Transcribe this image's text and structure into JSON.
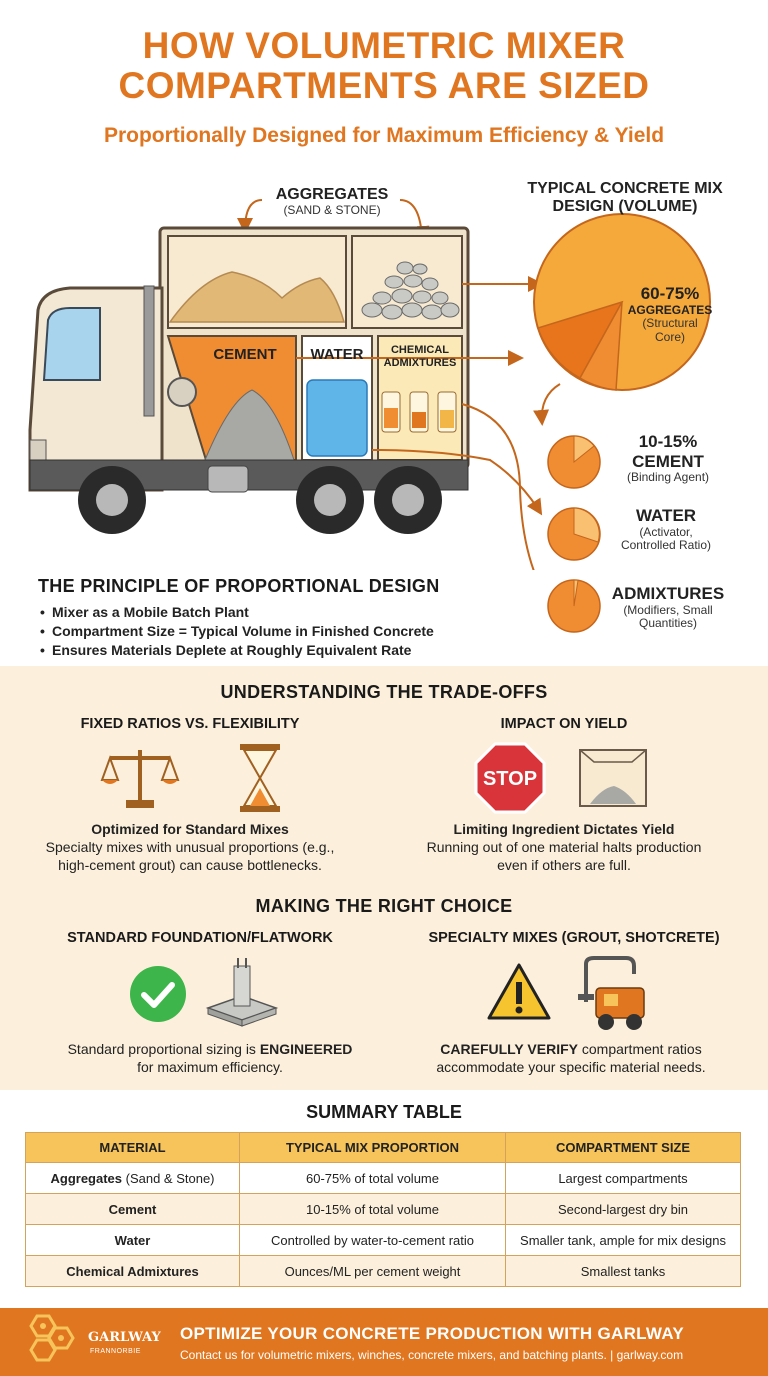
{
  "header": {
    "title_line1": "HOW VOLUMETRIC MIXER",
    "title_line2": "COMPARTMENTS ARE SIZED",
    "subtitle": "Proportionally Designed for Maximum Efficiency & Yield"
  },
  "truck": {
    "aggregates_label": "AGGREGATES",
    "aggregates_sub": "(SAND & STONE)",
    "cement_label": "CEMENT",
    "water_label": "WATER",
    "admixtures_label_line1": "CHEMICAL",
    "admixtures_label_line2": "ADMIXTURES"
  },
  "mix_design": {
    "title_line1": "TYPICAL CONCRETE MIX",
    "title_line2": "DESIGN (VOLUME)",
    "aggregates": {
      "value": "60-75%",
      "name": "AGGREGATES",
      "desc_line1": "(Structural",
      "desc_line2": "Core)"
    },
    "cement": {
      "value": "10-15%",
      "name": "CEMENT",
      "desc": "(Binding Agent)"
    },
    "water": {
      "name": "WATER",
      "desc_line1": "(Activator,",
      "desc_line2": "Controlled Ratio)"
    },
    "admixtures": {
      "name": "ADMIXTURES",
      "desc_line1": "(Modifiers, Small",
      "desc_line2": "Quantities)"
    }
  },
  "principle": {
    "title": "THE PRINCIPLE OF PROPORTIONAL DESIGN",
    "bullets": [
      "Mixer as a Mobile Batch Plant",
      "Compartment Size = Typical Volume in Finished Concrete",
      "Ensures Materials Deplete at Roughly Equivalent Rate"
    ]
  },
  "tradeoffs": {
    "title": "UNDERSTANDING THE TRADE-OFFS",
    "left": {
      "heading": "FIXED RATIOS VS. FLEXIBILITY",
      "bold": "Optimized for Standard Mixes",
      "text_line1": "Specialty mixes with unusual proportions (e.g.,",
      "text_line2": "high-cement grout) can cause bottlenecks."
    },
    "right": {
      "heading": "IMPACT ON YIELD",
      "stop_sign": "STOP",
      "bold": "Limiting Ingredient Dictates Yield",
      "text_line1": "Running out of one material halts production",
      "text_line2": "even if others are full."
    }
  },
  "choice": {
    "title": "MAKING THE RIGHT CHOICE",
    "left": {
      "heading": "STANDARD FOUNDATION/FLATWORK",
      "text_a": "Standard proportional sizing is ",
      "text_bold": "ENGINEERED",
      "text_b": "for maximum efficiency."
    },
    "right": {
      "heading": "SPECIALTY MIXES (GROUT, SHOTCRETE)",
      "text_bold": "CAREFULLY VERIFY",
      "text_a": " compartment ratios",
      "text_b": "accommodate your specific material needs."
    }
  },
  "summary": {
    "title": "SUMMARY TABLE",
    "headers": [
      "MATERIAL",
      "TYPICAL MIX PROPORTION",
      "COMPARTMENT SIZE"
    ],
    "rows": [
      {
        "material": "Aggregates",
        "material_extra": " (Sand & Stone)",
        "proportion": "60-75% of total volume",
        "size": "Largest compartments"
      },
      {
        "material": "Cement",
        "material_extra": "",
        "proportion": "10-15% of total volume",
        "size": "Second-largest dry bin"
      },
      {
        "material": "Water",
        "material_extra": "",
        "proportion": "Controlled by water-to-cement ratio",
        "size": "Smaller tank, ample for mix designs"
      },
      {
        "material": "Chemical Admixtures",
        "material_extra": "",
        "proportion": "Ounces/ML per cement weight",
        "size": "Smallest tanks"
      }
    ]
  },
  "footer": {
    "brand": "GARLWAY",
    "brand_sub": "FRANNORBIE",
    "title": "OPTIMIZE YOUR CONCRETE PRODUCTION WITH GARLWAY",
    "sub": "Contact us for volumetric mixers, winches, concrete mixers, and batching plants. | garlway.com"
  },
  "colors": {
    "accent": "#e07620",
    "pie_main": "#f5a93a",
    "pie_dark": "#e8751c",
    "band_bg": "#fcf0dc",
    "table_header": "#f6c45a",
    "stop_red": "#d9343a",
    "check_green": "#3db54a"
  }
}
